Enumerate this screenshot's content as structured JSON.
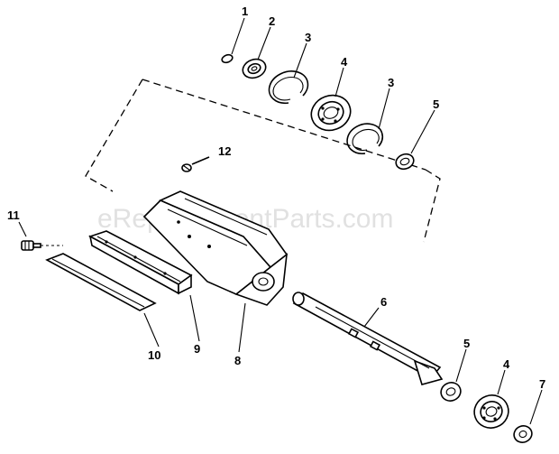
{
  "watermark": "eReplacementParts.com",
  "callouts": [
    {
      "id": "1",
      "text": "1"
    },
    {
      "id": "2",
      "text": "2"
    },
    {
      "id": "3a",
      "text": "3"
    },
    {
      "id": "4a",
      "text": "4"
    },
    {
      "id": "3b",
      "text": "3"
    },
    {
      "id": "5a",
      "text": "5"
    },
    {
      "id": "12",
      "text": "12"
    },
    {
      "id": "11",
      "text": "11"
    },
    {
      "id": "6",
      "text": "6"
    },
    {
      "id": "5b",
      "text": "5"
    },
    {
      "id": "4b",
      "text": "4"
    },
    {
      "id": "7",
      "text": "7"
    },
    {
      "id": "10",
      "text": "10"
    },
    {
      "id": "9",
      "text": "9"
    },
    {
      "id": "8",
      "text": "8"
    }
  ]
}
